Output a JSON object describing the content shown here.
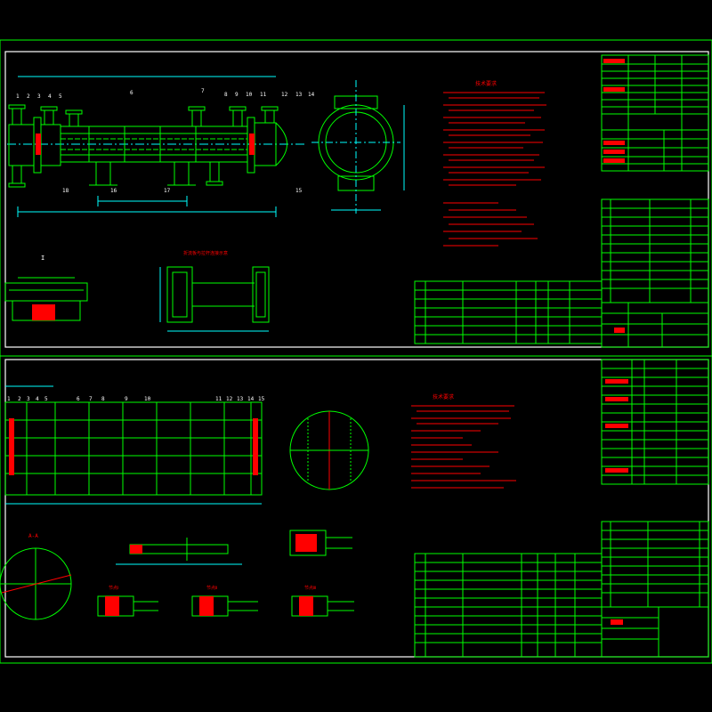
{
  "colors": {
    "frame": "#ffffff",
    "drawing": "#00ff00",
    "notes": "#ff0000",
    "table_line": "#00ff00",
    "table_text": "#ffffff",
    "accent_fill": "#ff0000",
    "hatch": "#ff0000",
    "dim": "#00ffff"
  },
  "sheet1": {
    "view_label": "I",
    "detail_title": "折流板与拉杆连接示意",
    "notes_title": "技术要求",
    "part_balloons": [
      "1",
      "2",
      "3",
      "4",
      "5",
      "6",
      "7",
      "8",
      "9",
      "10",
      "11",
      "12",
      "13",
      "14",
      "15",
      "16",
      "17",
      "18"
    ]
  },
  "sheet2": {
    "notes_title": "技术要求",
    "section_label": "A-A",
    "detail_labels": [
      "节点Ⅰ",
      "节点Ⅱ",
      "节点Ⅲ"
    ],
    "part_balloons": [
      "1",
      "2",
      "3",
      "4",
      "5",
      "6",
      "7",
      "8",
      "9",
      "10",
      "11",
      "12",
      "13",
      "14",
      "15"
    ]
  }
}
